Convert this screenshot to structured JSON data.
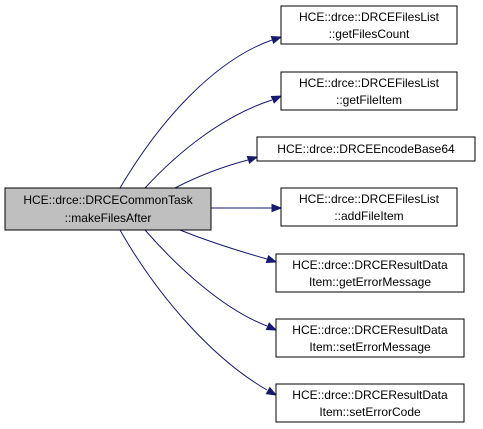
{
  "colors": {
    "root_fill": "#bfbfbf",
    "node_fill": "#ffffff",
    "node_border": "#000000",
    "edge": "#191970"
  },
  "root": {
    "line1": "HCE::drce::DRCECommonTask",
    "line2": "::makeFilesAfter"
  },
  "targets": [
    {
      "line1": "HCE::drce::DRCEFilesList",
      "line2": "::getFilesCount"
    },
    {
      "line1": "HCE::drce::DRCEFilesList",
      "line2": "::getFileItem"
    },
    {
      "line1": "HCE::drce::DRCEEncodeBase64",
      "line2": ""
    },
    {
      "line1": "HCE::drce::DRCEFilesList",
      "line2": "::addFileItem"
    },
    {
      "line1": "HCE::drce::DRCEResultData",
      "line2": "Item::getErrorMessage"
    },
    {
      "line1": "HCE::drce::DRCEResultData",
      "line2": "Item::setErrorMessage"
    },
    {
      "line1": "HCE::drce::DRCEResultData",
      "line2": "Item::setErrorCode"
    }
  ]
}
